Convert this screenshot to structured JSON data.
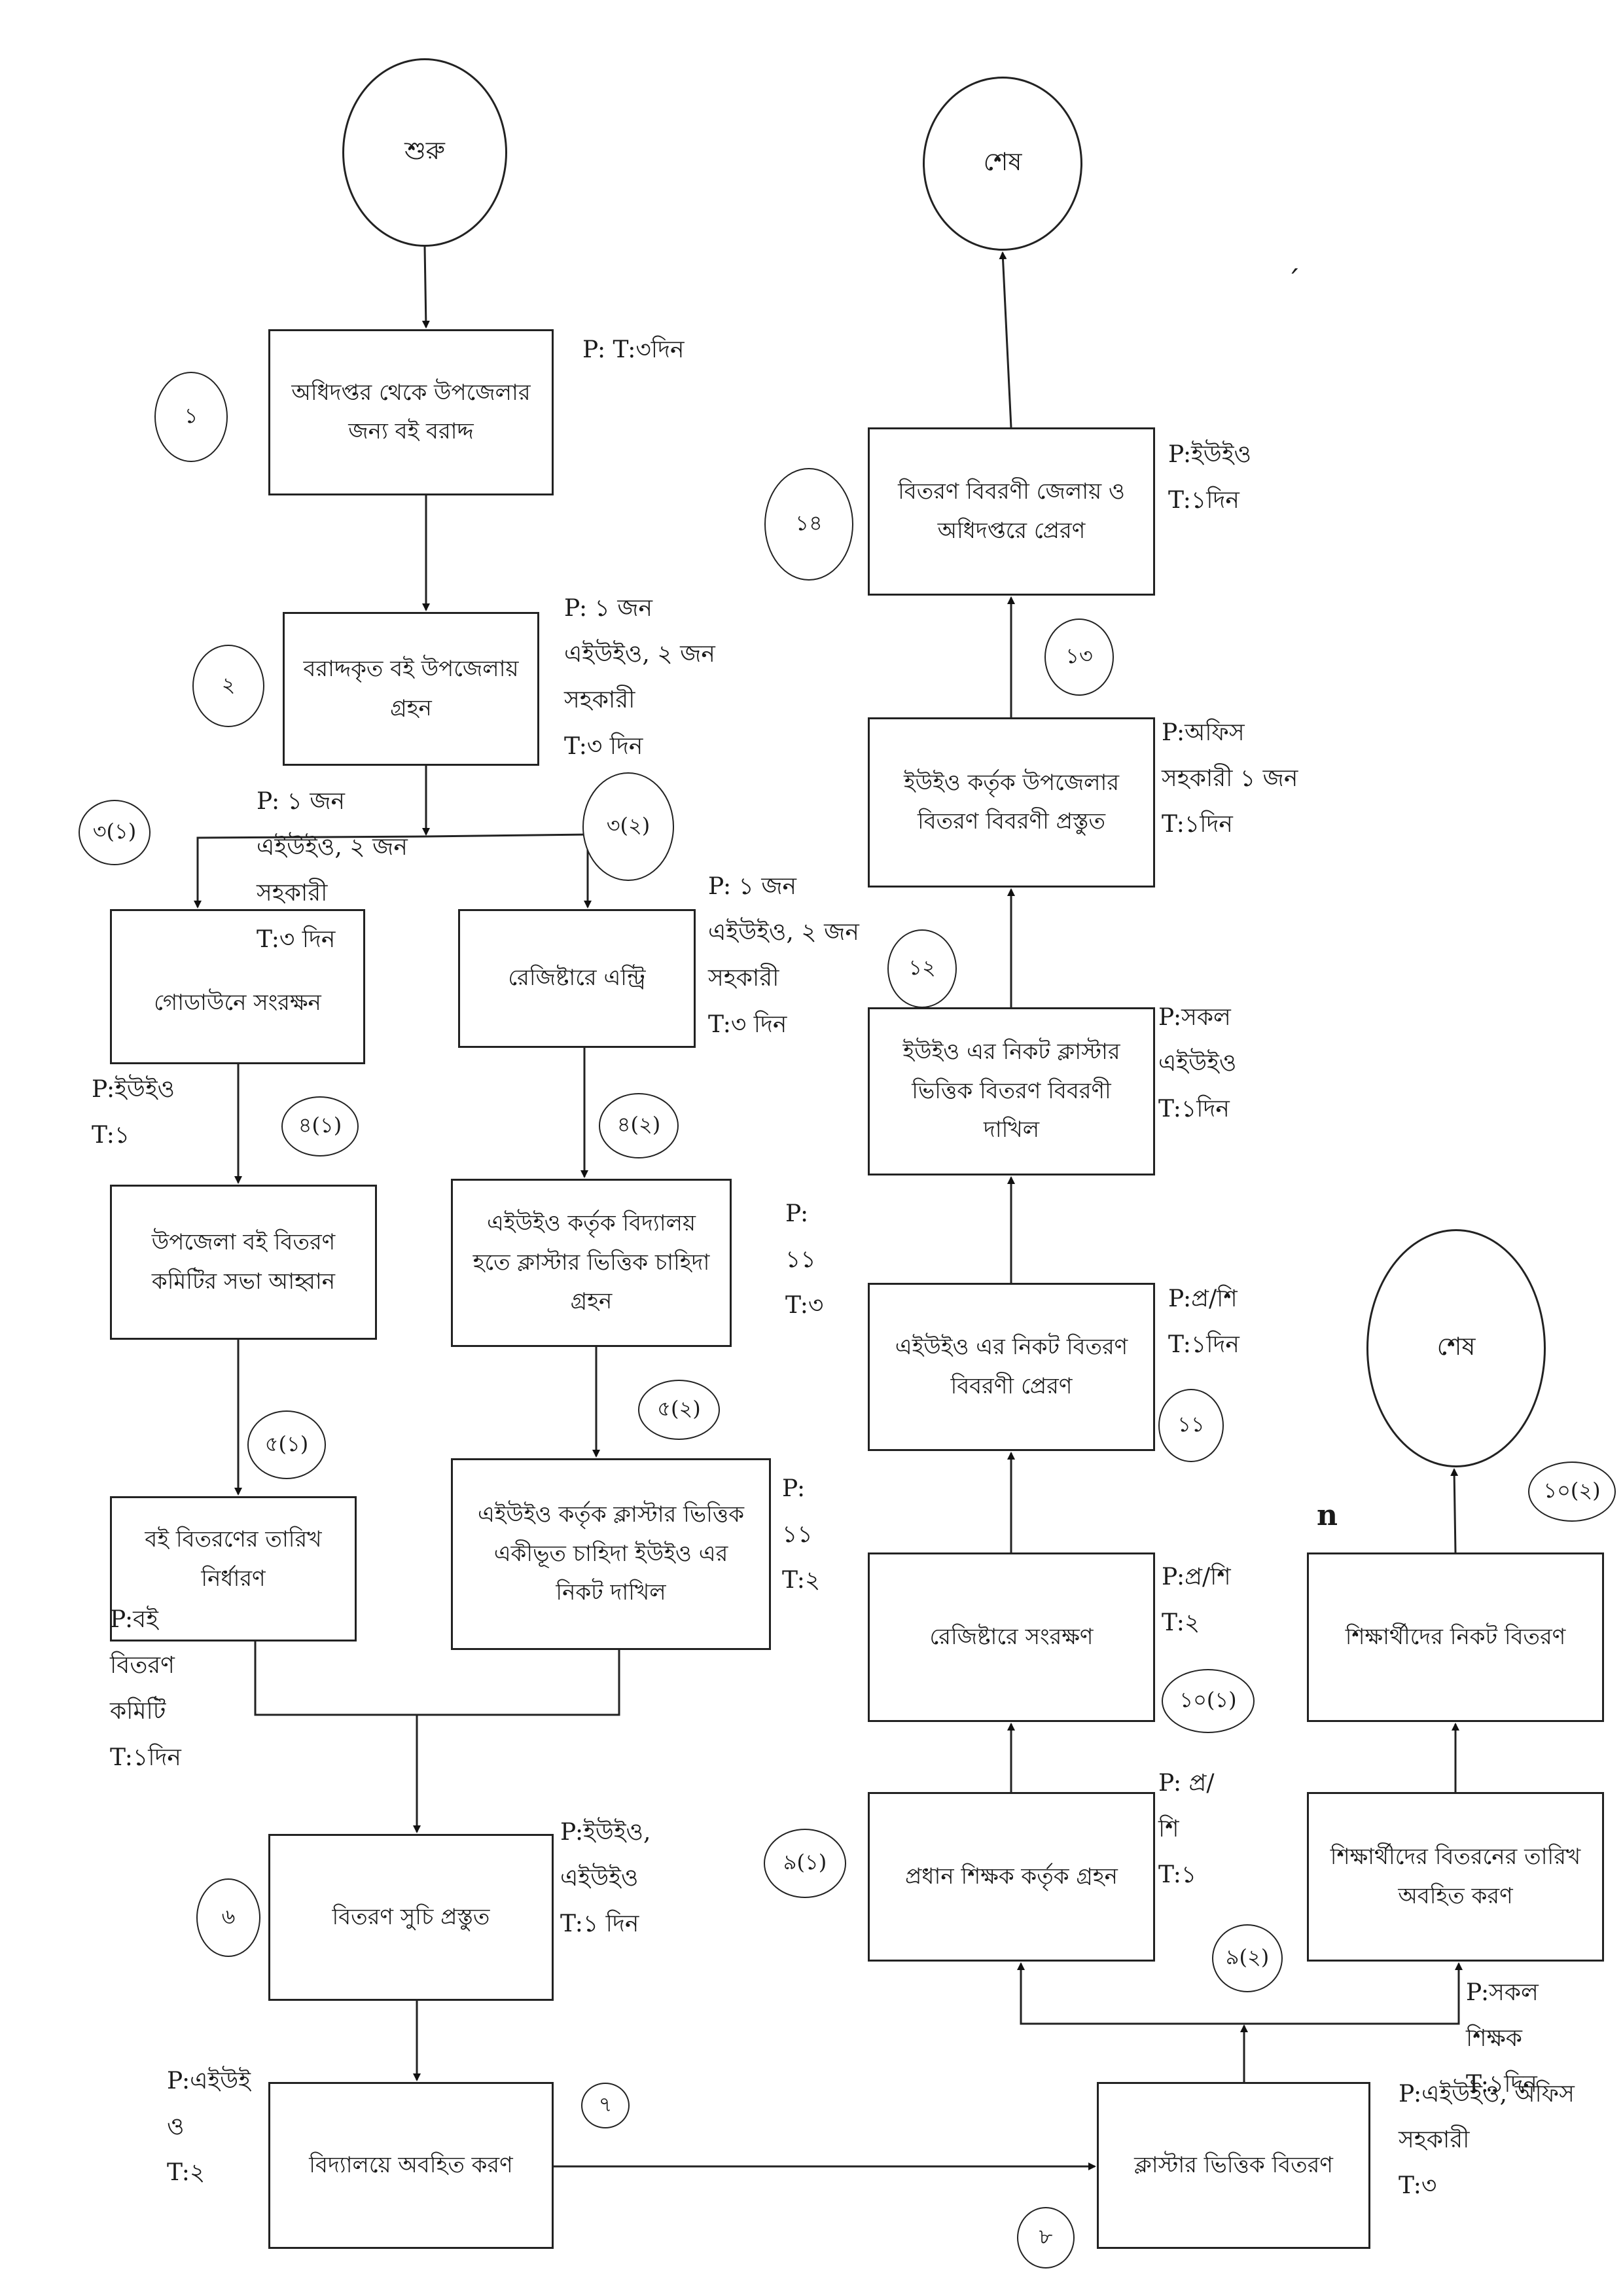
{
  "diagram": {
    "type": "flowchart",
    "language": "bn",
    "terminals": {
      "start": "শুরু",
      "end_main": "শেষ",
      "end_students": "শেষ"
    },
    "steps": [
      {
        "id": "1",
        "label": "১",
        "text": "অধিদপ্তর থেকে উপজেলার জন্য বই বরাদ্দ",
        "person": "",
        "time": "৩দিন"
      },
      {
        "id": "2",
        "label": "২",
        "text": "বরাদ্দকৃত বই উপজেলায় গ্রহন",
        "person": "১ জন এইউইও, ২ জন সহকারী",
        "time": "৩ দিন"
      },
      {
        "id": "3-1",
        "label": "৩(১)",
        "text": "গোডাউনে সংরক্ষন",
        "person": "১ জন এইউইও, ২ জন সহকারী",
        "time": "৩ দিন"
      },
      {
        "id": "3-2",
        "label": "৩(২)",
        "text": "রেজিষ্টারে এন্ট্রি",
        "person": "১ জন এইউইও, ২ জন সহকারী",
        "time": "৩ দিন"
      },
      {
        "id": "4-1",
        "label": "৪(১)",
        "text": "উপজেলা বই বিতরণ কমিটির সভা আহ্বান",
        "person": "ইউইও",
        "time": "১"
      },
      {
        "id": "4-2",
        "label": "৪(২)",
        "text": "এইউইও কর্তৃক বিদ্যালয় হতে ক্লাস্টার ভিত্তিক চাহিদা গ্রহন",
        "person": "১১",
        "time": "৩"
      },
      {
        "id": "5-1",
        "label": "৫(১)",
        "text": "বই বিতরণের তারিখ নির্ধারণ",
        "person": "বই বিতরণ কমিটি",
        "time": "১দিন"
      },
      {
        "id": "5-2",
        "label": "৫(২)",
        "text": "এইউইও কর্তৃক ক্লাস্টার ভিত্তিক একীভূত চাহিদা ইউইও এর নিকট দাখিল",
        "person": "১১",
        "time": "২"
      },
      {
        "id": "6",
        "label": "৬",
        "text": "বিতরণ সুচি প্রস্তুত",
        "person": "ইউইও, এইউইও",
        "time": "১ দিন"
      },
      {
        "id": "7",
        "label": "৭",
        "text": "বিদ্যালয়ে অবহিত করণ",
        "person": "এইউইও",
        "time": "২"
      },
      {
        "id": "8",
        "label": "৮",
        "text": "ক্লাস্টার ভিত্তিক বিতরণ",
        "person": "এইউইও, অফিস সহকারী",
        "time": "৩"
      },
      {
        "id": "9-1",
        "label": "৯(১)",
        "text": "প্রধান শিক্ষক কর্তৃক গ্রহন",
        "person": "প্র/শি",
        "time": "১"
      },
      {
        "id": "9-2",
        "label": "৯(২)",
        "text": "শিক্ষার্থীদের বিতরনের তারিখ অবহিত করণ",
        "person": "সকল শিক্ষক",
        "time": "১দিন"
      },
      {
        "id": "10-1",
        "label": "১০(১)",
        "text": "রেজিষ্টারে সংরক্ষণ",
        "person": "প্র/শি",
        "time": "২"
      },
      {
        "id": "10-2",
        "label": "১০(২)",
        "text": "শিক্ষার্থীদের নিকট বিতরণ",
        "person": "",
        "time": ""
      },
      {
        "id": "11",
        "label": "১১",
        "text": "এইউইও এর নিকট বিতরণ বিবরণী প্রেরণ",
        "person": "প্র/শি",
        "time": "১দিন"
      },
      {
        "id": "12",
        "label": "১২",
        "text": "ইউইও এর নিকট ক্লাস্টার ভিত্তিক বিতরণ বিবরণী দাখিল",
        "person": "সকল এইউইও",
        "time": "১দিন"
      },
      {
        "id": "13",
        "label": "১৩",
        "text": "ইউইও কর্তৃক উপজেলার বিতরণ বিবরণী প্রস্তুত",
        "person": "অফিস সহকারী ১ জন",
        "time": "১দিন"
      },
      {
        "id": "14",
        "label": "১৪",
        "text": "বিতরণ বিবরণী জেলায় ও অধিদপ্তরে প্রেরণ",
        "person": "ইউইও",
        "time": "১দিন"
      }
    ],
    "notes": {
      "n1": "P: T:৩দিন",
      "n2": "P: ১ জন\nএইউইও, ২ জন\nসহকারী\nT:৩ দিন",
      "n3_1": "P: ১ জন\nএইউইও, ২ জন\nসহকারী\nT:৩ দিন",
      "n3_2": "P: ১ জন\nএইউইও, ২ জন\nসহকারী\nT:৩ দিন",
      "n4_1": "P:ইউইও\nT:১",
      "n4_2": "P:\n১১\nT:৩",
      "n5_1": "P:বই\nবিতরণ\nকমিটি\nT:১দিন",
      "n5_2": "P:\n১১\nT:২",
      "n6": "P:ইউইও,\nএইউইও\nT:১ দিন",
      "n7": "P:এইউই\nও\nT:২",
      "n8": "P:এইউইও, অফিস\nসহকারী\nT:৩",
      "n9_1": "P: প্র/\nশি\nT:১",
      "n9_2": "P:সকল\nশিক্ষক\nT:১দিন",
      "n10_1": "P:প্র/শি\nT:২",
      "n11": "P:প্র/শি\nT:১দিন",
      "n12": "P:সকল\nএইউইও\nT:১দিন",
      "n13": "P:অফিস\nসহকারী ১ জন\nT:১দিন",
      "n14": "P:ইউইও\nT:১দিন"
    },
    "stray_marks": {
      "n_letter": "n",
      "tick": "ˊ"
    },
    "edges": [
      [
        "start",
        "1"
      ],
      [
        "1",
        "2"
      ],
      [
        "2",
        "3-1"
      ],
      [
        "2",
        "3-2"
      ],
      [
        "3-1",
        "4-1"
      ],
      [
        "4-1",
        "5-1"
      ],
      [
        "3-2",
        "4-2"
      ],
      [
        "4-2",
        "5-2"
      ],
      [
        "5-1",
        "6"
      ],
      [
        "5-2",
        "6"
      ],
      [
        "6",
        "7"
      ],
      [
        "7",
        "8"
      ],
      [
        "8",
        "9-1"
      ],
      [
        "8",
        "9-2"
      ],
      [
        "9-1",
        "10-1"
      ],
      [
        "10-1",
        "11"
      ],
      [
        "11",
        "12"
      ],
      [
        "12",
        "13"
      ],
      [
        "13",
        "14"
      ],
      [
        "14",
        "end_main"
      ],
      [
        "9-2",
        "10-2"
      ],
      [
        "10-2",
        "end_students"
      ]
    ]
  }
}
